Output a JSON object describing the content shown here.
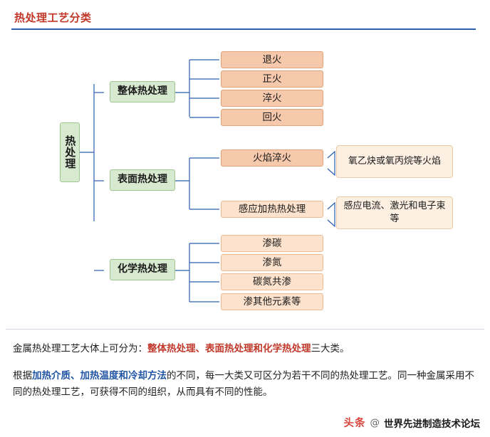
{
  "title": "热处理工艺分类",
  "diagram": {
    "root": "热处理",
    "branches": [
      {
        "label": "整体热处理",
        "children": [
          "退火",
          "正火",
          "淬火",
          "回火"
        ]
      },
      {
        "label": "表面热处理",
        "children": [
          "火焰淬火",
          "感应加热热处理"
        ],
        "notes": [
          "氧乙炔或氧丙烷等火焰",
          "感应电流、激光和电子束等"
        ]
      },
      {
        "label": "化学热处理",
        "children": [
          "渗碳",
          "渗氮",
          "碳氮共渗",
          "渗其他元素等"
        ]
      }
    ]
  },
  "paragraphs": {
    "p1": {
      "prefix": "金属热处理工艺大体上可分为：",
      "highlight": "整体热处理、表面热处理和化学热处理",
      "suffix": "三大类。"
    },
    "p2": {
      "prefix": "根据",
      "highlight": "加热介质、加热温度和冷却方法",
      "suffix": "的不同，每一大类又可区分为若干不同的热处理工艺。同一种金属采用不同的热处理工艺，可获得不同的组织，从而具有不同的性能。"
    }
  },
  "footer": {
    "platform": "头条",
    "separator": "@",
    "account": "世界先进制造技术论坛"
  },
  "colors": {
    "title": "#c0392b",
    "rule": "#2b5fb0",
    "green_node": "#d7ead0",
    "orange_node": "#f7c9ac",
    "orange_light": "#fde3cd",
    "note": "#fdf0e3",
    "connector": "#2b5fb0"
  }
}
